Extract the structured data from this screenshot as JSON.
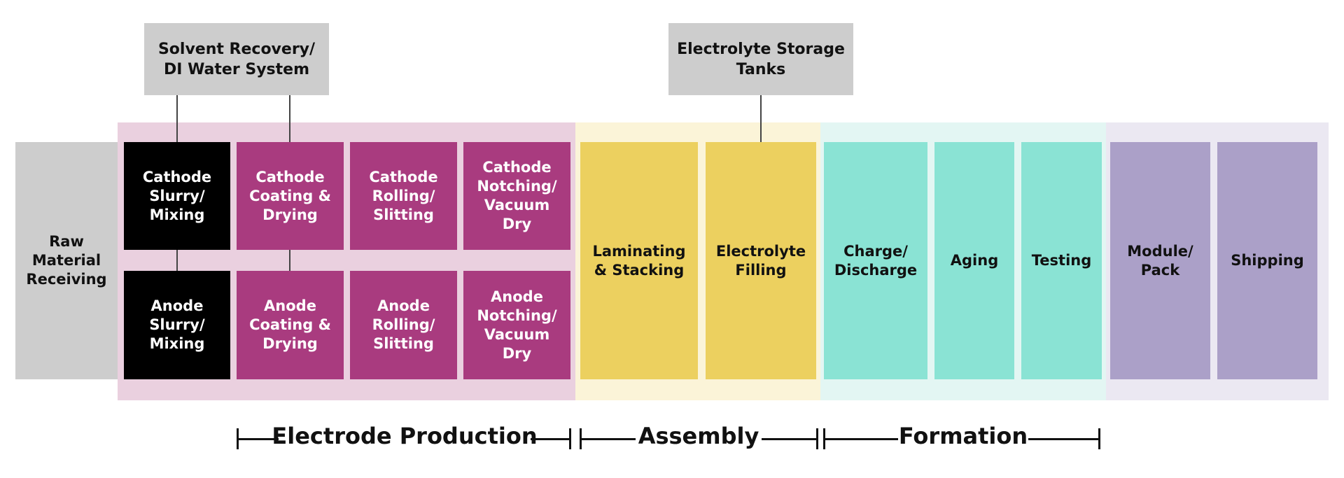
{
  "colors": {
    "raw": "#cdcdcd",
    "slurry": "#000000",
    "electrode": "#a93b7f",
    "electrode_band": "#ead0df",
    "assembly": "#ecd05f",
    "assembly_band": "#fbf4d8",
    "formation": "#8ae3d4",
    "formation_band": "#e3f6f3",
    "packing": "#aba0c8",
    "packing_band": "#ebe8f2",
    "support": "#cdcdcd"
  },
  "support_systems": {
    "solvent": "Solvent Recovery/\nDI Water System",
    "electrolyte_tanks": "Electrolyte Storage\nTanks"
  },
  "steps": {
    "raw_material": "Raw\nMaterial\nReceiving",
    "cathode_slurry": "Cathode\nSlurry/\nMixing",
    "anode_slurry": "Anode\nSlurry/\nMixing",
    "cathode_coating": "Cathode\nCoating &\nDrying",
    "anode_coating": "Anode\nCoating &\nDrying",
    "cathode_rolling": "Cathode\nRolling/\nSlitting",
    "anode_rolling": "Anode\nRolling/\nSlitting",
    "cathode_notching": "Cathode\nNotching/\nVacuum\nDry",
    "anode_notching": "Anode\nNotching/\nVacuum\nDry",
    "laminating": "Laminating\n& Stacking",
    "electrolyte_filling": "Electrolyte\nFilling",
    "charge": "Charge/\nDischarge",
    "aging": "Aging",
    "testing": "Testing",
    "module": "Module/\nPack",
    "shipping": "Shipping"
  },
  "stages": {
    "electrode": "Electrode Production",
    "assembly": "Assembly",
    "formation": "Formation"
  }
}
